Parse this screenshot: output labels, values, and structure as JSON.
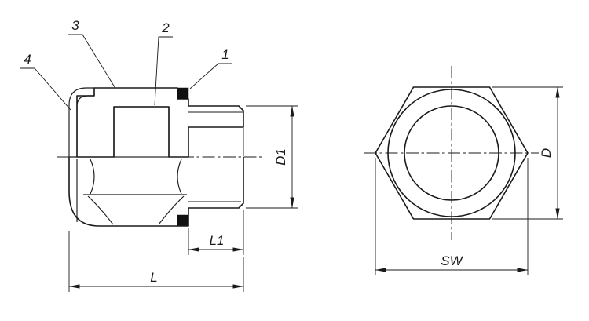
{
  "drawing": {
    "background": "#ffffff",
    "line_color": "#1a1a1a",
    "callouts": {
      "c1": "1",
      "c2": "2",
      "c3": "3",
      "c4": "4"
    },
    "dimensions": {
      "d1": "D1",
      "l1": "L1",
      "l": "L",
      "d": "D",
      "sw": "SW"
    }
  }
}
